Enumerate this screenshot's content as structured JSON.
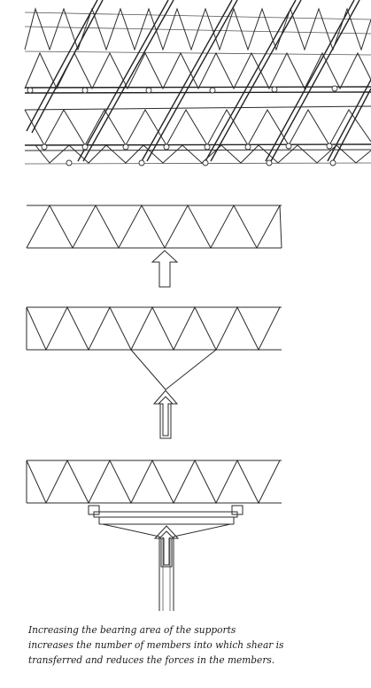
{
  "caption": {
    "line1": "Increasing the bearing area of the supports",
    "line2": "increases the number of members into which shear is",
    "line3": "transferred and reduces the forces in the members."
  }
}
